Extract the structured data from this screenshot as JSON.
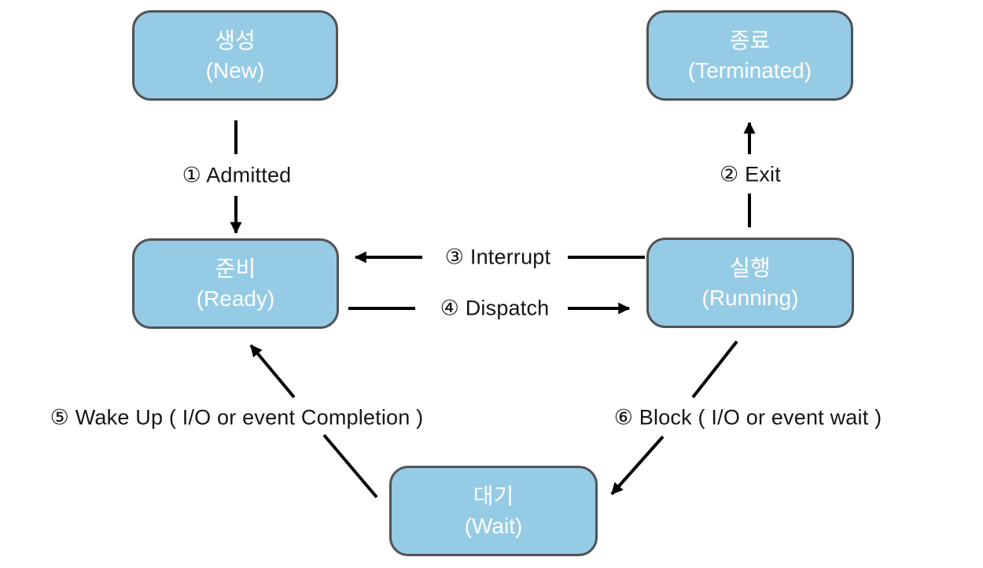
{
  "diagram": {
    "colors": {
      "box_fill": "#96CBE5",
      "box_border": "#515356",
      "box_text": "#FFFFFF",
      "arrow": "#000000",
      "label_text": "#151515",
      "background": "#FFFFFF"
    },
    "states": [
      {
        "id": "new",
        "ko": "생성",
        "en": "(New)"
      },
      {
        "id": "terminated",
        "ko": "종료",
        "en": "(Terminated)"
      },
      {
        "id": "ready",
        "ko": "준비",
        "en": "(Ready)"
      },
      {
        "id": "running",
        "ko": "실행",
        "en": "(Running)"
      },
      {
        "id": "wait",
        "ko": "대기",
        "en": "(Wait)"
      }
    ],
    "transitions": [
      {
        "id": "admitted",
        "from": "new",
        "to": "ready",
        "label": "① Admitted"
      },
      {
        "id": "exit",
        "from": "running",
        "to": "terminated",
        "label": "② Exit"
      },
      {
        "id": "interrupt",
        "from": "running",
        "to": "ready",
        "label": "③ Interrupt"
      },
      {
        "id": "dispatch",
        "from": "ready",
        "to": "running",
        "label": "④ Dispatch"
      },
      {
        "id": "wakeup",
        "from": "wait",
        "to": "ready",
        "label": "⑤ Wake Up ( I/O or event Completion )"
      },
      {
        "id": "block",
        "from": "running",
        "to": "wait",
        "label": "⑥ Block ( I/O or event wait )"
      }
    ]
  }
}
